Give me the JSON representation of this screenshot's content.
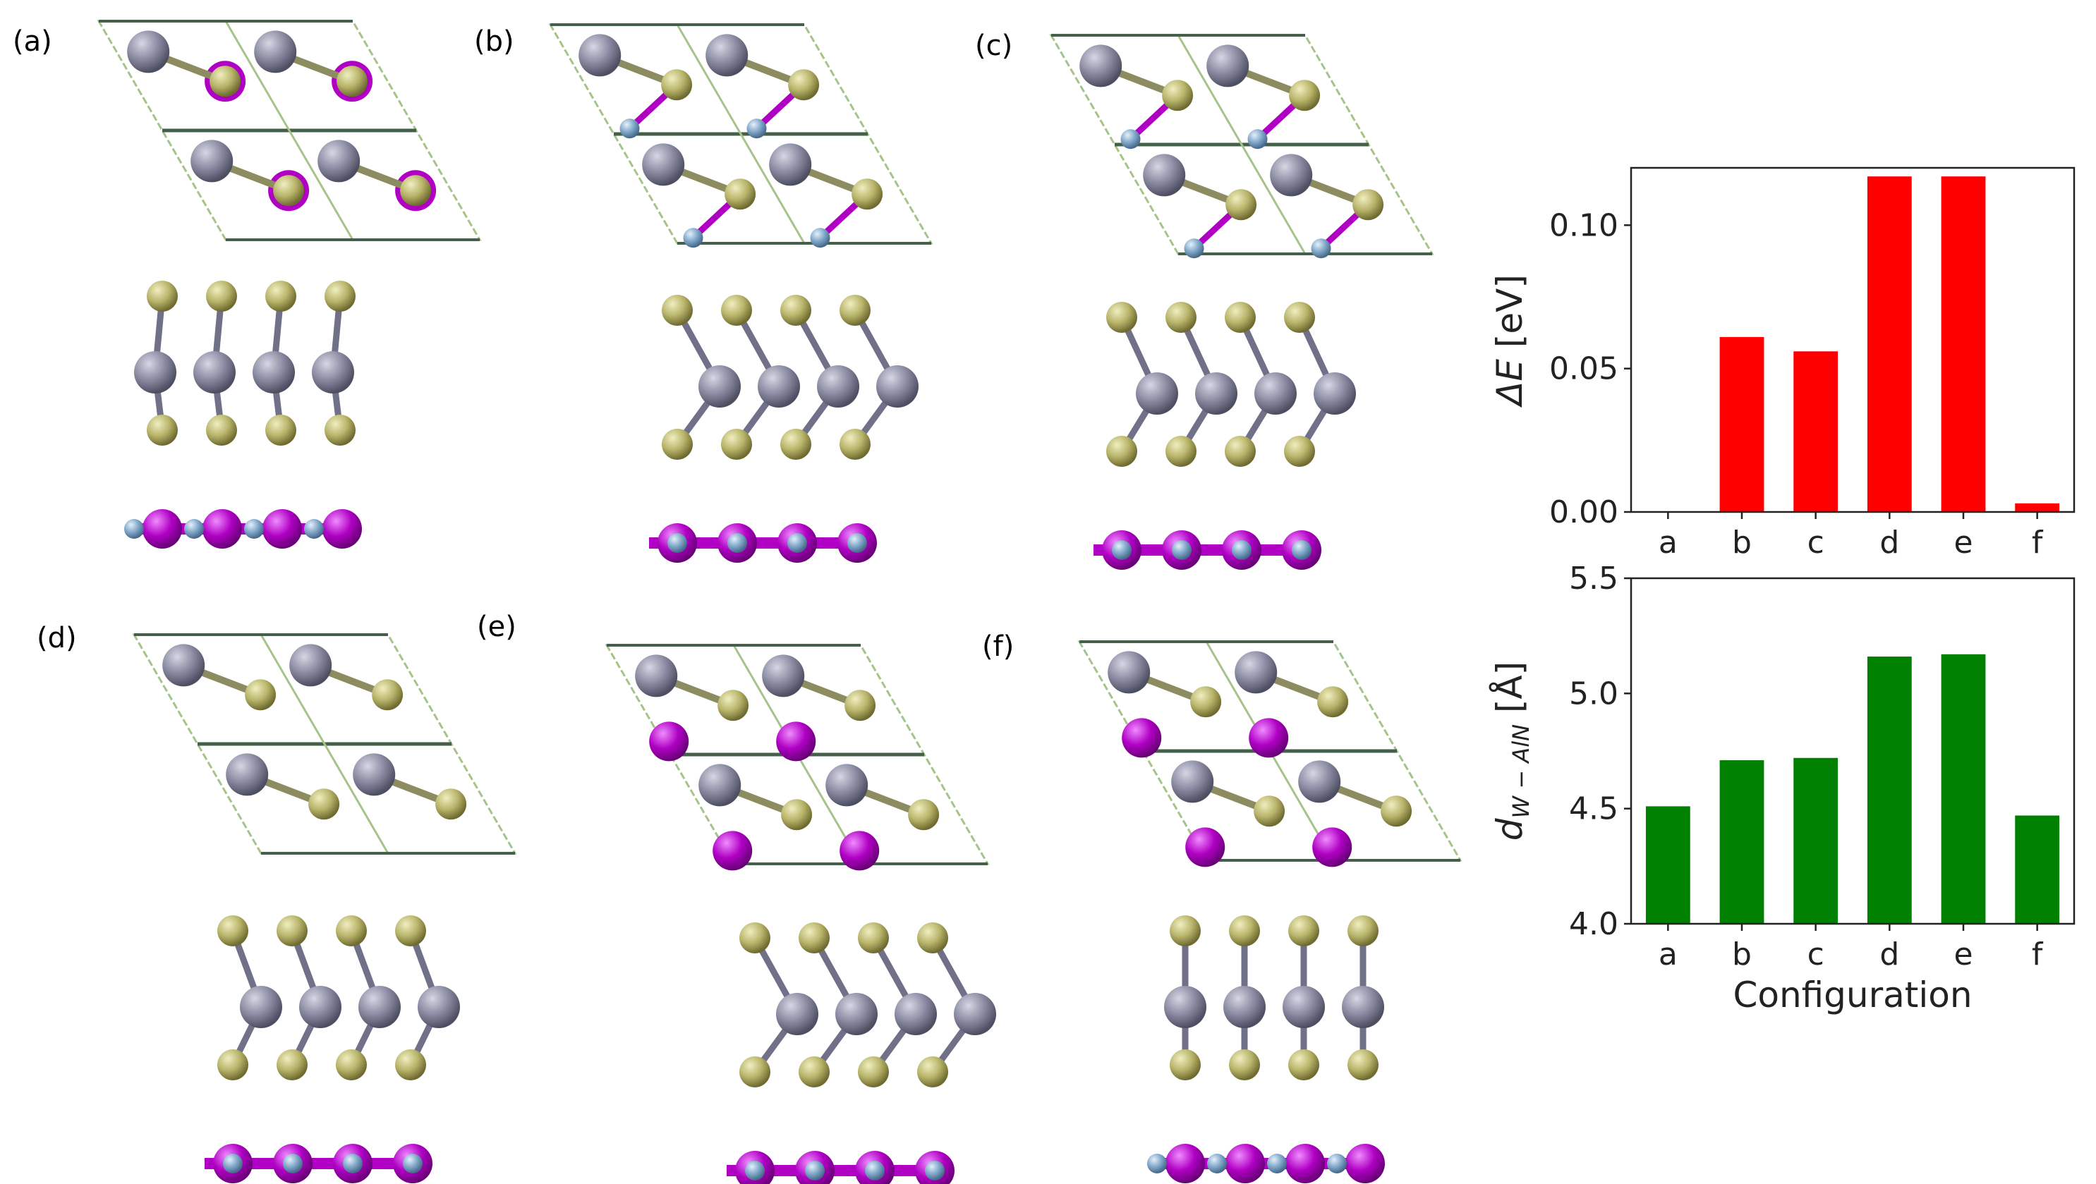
{
  "panels": {
    "labels": [
      "(a)",
      "(b)",
      "(c)",
      "(d)",
      "(e)",
      "(f)"
    ]
  },
  "colors": {
    "w_atom": "#8a8aa2",
    "se_atom": "#b8b46a",
    "al_atom": "#b000c4",
    "n_atom": "#7fa6c8",
    "cell_line": "#a6c48a",
    "bar_top": "#ff0000",
    "bar_bottom": "#008000"
  },
  "chart_data": [
    {
      "type": "bar",
      "categories": [
        "a",
        "b",
        "c",
        "d",
        "e",
        "f"
      ],
      "values": [
        0.0,
        0.061,
        0.056,
        0.117,
        0.117,
        0.003
      ],
      "ylim": [
        0.0,
        0.12
      ],
      "yticks": [
        "0.00",
        "0.05",
        "0.10"
      ],
      "ytick_values": [
        0.0,
        0.05,
        0.1
      ],
      "ylabel_main": "ΔE",
      "ylabel_unit": " [eV]",
      "xlabel": "",
      "color": "#ff0000"
    },
    {
      "type": "bar",
      "categories": [
        "a",
        "b",
        "c",
        "d",
        "e",
        "f"
      ],
      "values": [
        4.51,
        4.71,
        4.72,
        5.16,
        5.17,
        4.47
      ],
      "ylim": [
        4.0,
        5.5
      ],
      "yticks": [
        "4.0",
        "4.5",
        "5.0",
        "5.5"
      ],
      "ytick_values": [
        4.0,
        4.5,
        5.0,
        5.5
      ],
      "ylabel_main": "d",
      "ylabel_sub": "W − AlN",
      "ylabel_unit": " [Å]",
      "xlabel": "Configuration",
      "color": "#008000"
    }
  ]
}
